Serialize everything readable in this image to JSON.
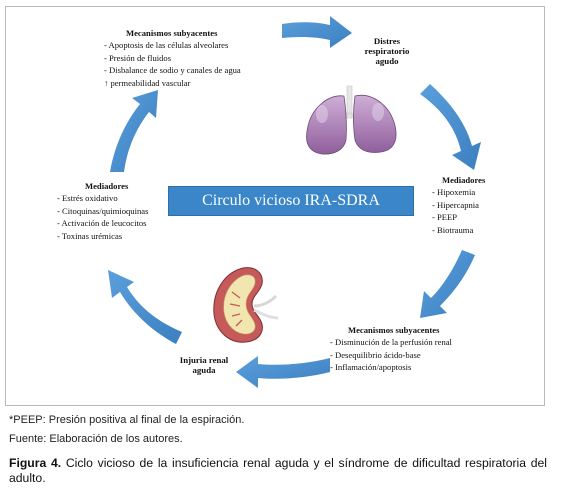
{
  "diagram": {
    "center_label": "Circulo vicioso IRA-SDRA",
    "top_left": {
      "heading": "Mecanismos subyacentes",
      "items": [
        "- Apoptosis de las células alveolares",
        "- Presión de fluidos",
        "- Disbalance de sodio y canales de agua",
        "↑ permeabilidad vascular"
      ]
    },
    "top_right": {
      "title_line1": "Distres",
      "title_line2": "respiratorio",
      "title_line3": "agudo"
    },
    "right": {
      "heading": "Mediadores",
      "items": [
        "- Hipoxemia",
        "- Hipercapnia",
        "- PEEP",
        "- Biotrauma"
      ]
    },
    "bottom_right": {
      "heading": "Mecanismos subyacentes",
      "items": [
        "- Disminución de la perfusión renal",
        "- Desequilibrio ácido-base",
        "- Inflamación/apoptosis"
      ]
    },
    "bottom_left": {
      "title_line1": "Injuria renal",
      "title_line2": "aguda"
    },
    "left": {
      "heading": "Mediadores",
      "items": [
        "- Estrés oxidativo",
        "- Citoquinas/quimioquinas",
        "- Activación de leucocitos",
        "- Toxinas urémicas"
      ]
    },
    "colors": {
      "arrow": "#4a8fd0",
      "banner": "#3a86c8",
      "lung": "#b58bbf",
      "kidney": "#c65a5a"
    },
    "icons": [
      "lungs-icon",
      "kidney-icon"
    ]
  },
  "notes": {
    "peep": "*PEEP: Presión positiva al final de la espiración.",
    "source": "Fuente: Elaboración de los autores."
  },
  "figure": {
    "label": "Figura 4.",
    "text": "Ciclo vicioso de la insuficiencia renal aguda y el síndrome de dificultad respiratoria del adulto."
  }
}
